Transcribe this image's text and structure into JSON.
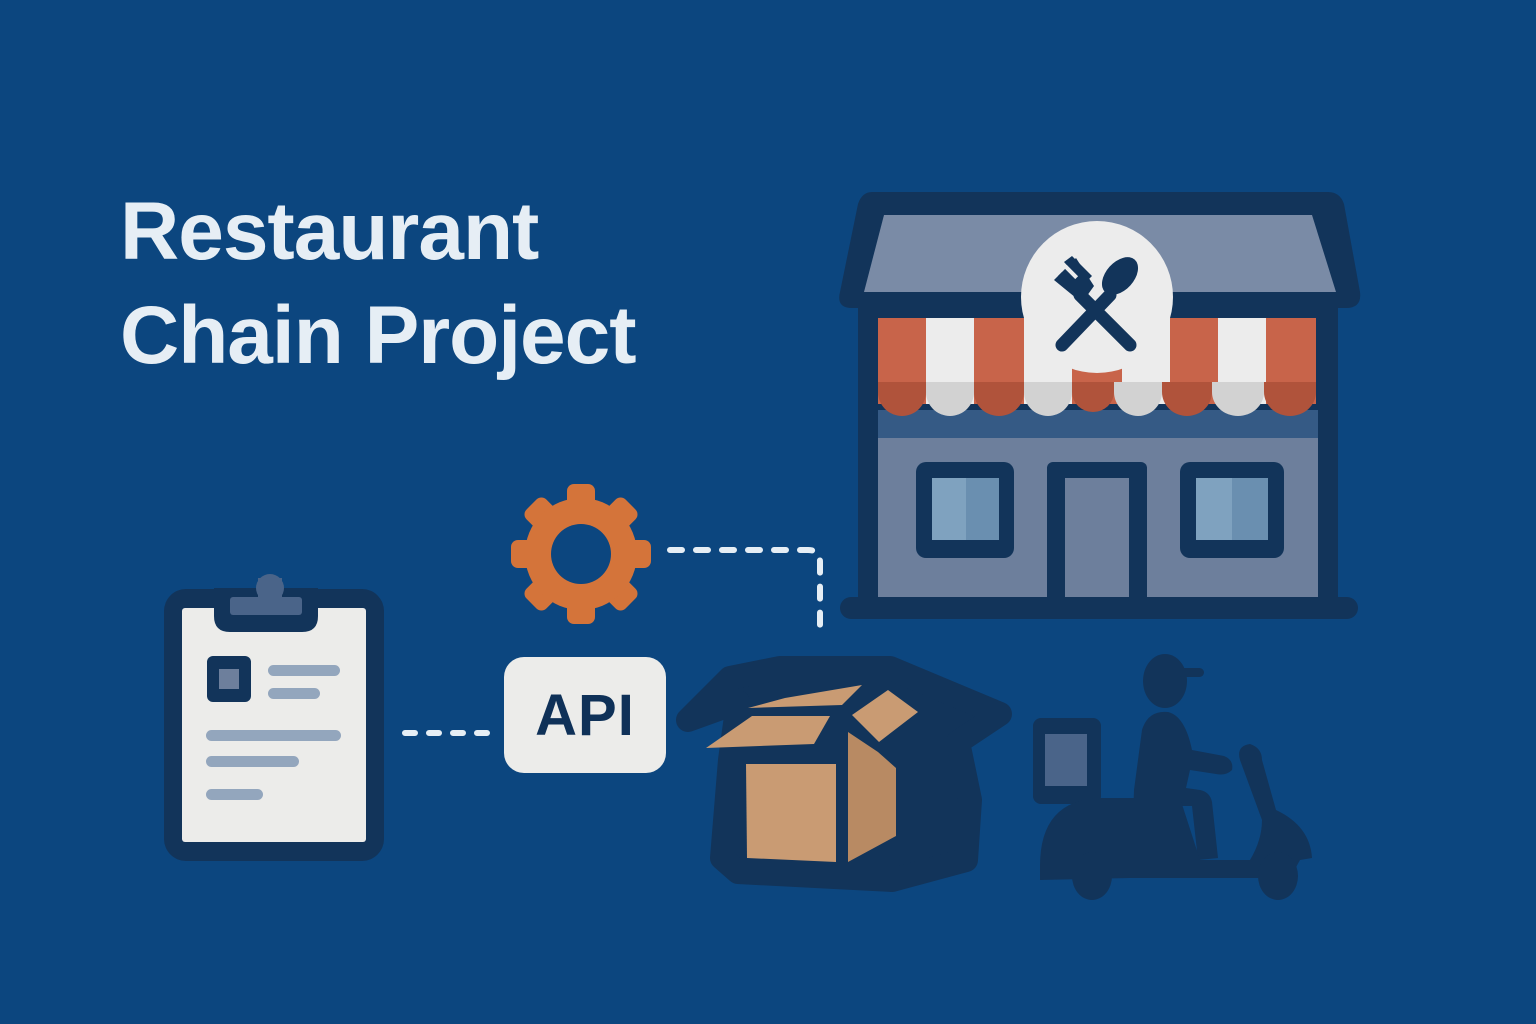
{
  "title": {
    "line1": "Restaurant",
    "line2": "Chain Project"
  },
  "api_badge": {
    "label": "API"
  },
  "icons": {
    "restaurant": "storefront-icon",
    "utensils": "fork-spoon-icon",
    "gear": "gear-icon",
    "clipboard": "clipboard-icon",
    "box": "open-box-icon",
    "delivery": "delivery-scooter-icon"
  },
  "colors": {
    "background": "#0c467f",
    "outline": "#12345a",
    "title_text": "#e6eef5",
    "roof": "#7a8ba6",
    "wall": "#6d7f9c",
    "awning_red": "#c8644a",
    "awning_white": "#ececec",
    "window_glass": "#7fa2bf",
    "gear_orange": "#d4743a",
    "box_tan": "#c99b73",
    "paper": "#ececea",
    "paper_lines": "#93a6bd",
    "connector": "#e6eef5"
  }
}
